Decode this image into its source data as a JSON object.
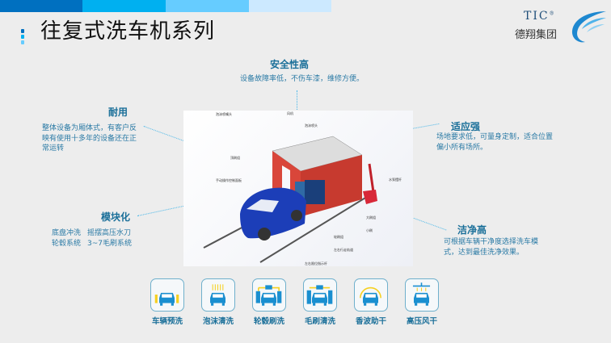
{
  "header": {
    "title": "往复式洗车机系列",
    "colors": [
      "#0070c0",
      "#00b0f0",
      "#66ccff",
      "#cce9ff"
    ]
  },
  "logo": {
    "brand": "TIC",
    "registered": "®",
    "company": "德翔集团"
  },
  "features": [
    {
      "title": "安全性高",
      "text": "设备故障率低，不伤车漆，维修方便。"
    },
    {
      "title": "耐用",
      "text": "整体设备为厢体式，有客户反映有使用十多年的设备还在正常运转"
    },
    {
      "title": "适应强",
      "text": "场地要求低，可量身定制，适合位置偏小所有场所。"
    },
    {
      "title": "模块化",
      "col1": [
        "底盘冲洗",
        "轮毂系统"
      ],
      "col2": [
        "摇摆高压水刀",
        "3~7毛刷系统"
      ]
    },
    {
      "title": "洁净高",
      "text": "可根据车辆干净度选择洗车模式，达到最佳洗净效果。"
    }
  ],
  "diagram_labels": [
    "泡沫喷嘴头",
    "风机",
    "泡沫喷头",
    "顶刷组",
    "手动操作控制面板",
    "水泵摆杆",
    "大刷组",
    "小刷",
    "轮刷组",
    "左右行走轨道",
    "左右限位指示杆"
  ],
  "icons": [
    {
      "label": "车辆预洗",
      "icon": "car-prewash-icon"
    },
    {
      "label": "泡沫清洗",
      "icon": "foam-wash-icon"
    },
    {
      "label": "轮毂刷洗",
      "icon": "wheel-brush-icon"
    },
    {
      "label": "毛刷清洗",
      "icon": "brush-wash-icon"
    },
    {
      "label": "香波助干",
      "icon": "wax-dry-icon"
    },
    {
      "label": "高压风干",
      "icon": "air-dry-icon"
    }
  ]
}
